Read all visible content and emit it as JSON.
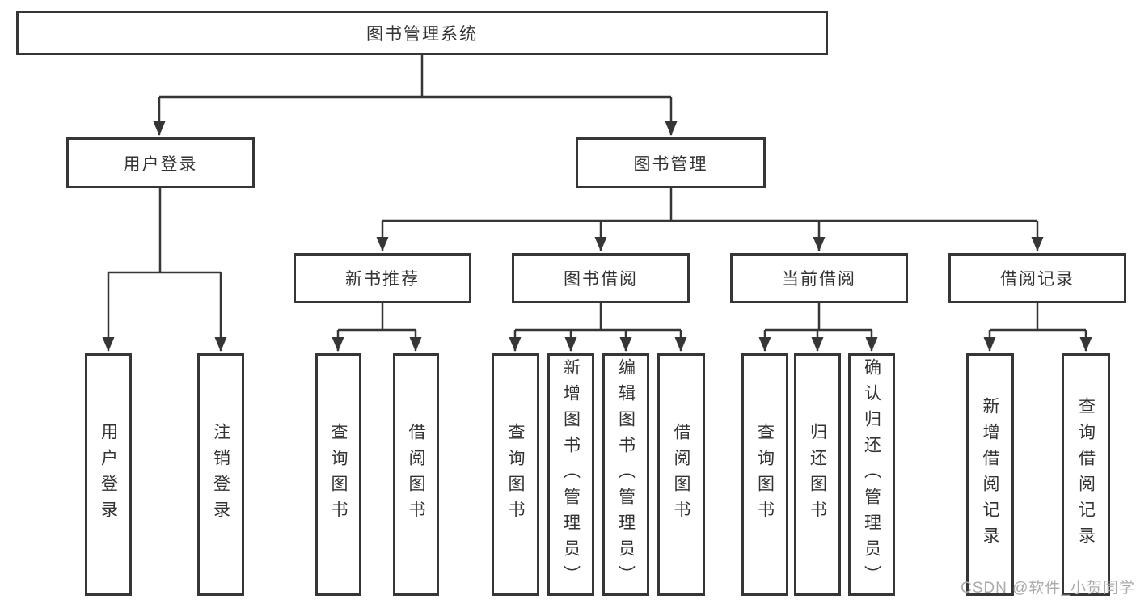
{
  "diagram": {
    "root": {
      "label": "图书管理系统"
    },
    "level2": [
      {
        "label": "用户登录"
      },
      {
        "label": "图书管理"
      }
    ],
    "level3": [
      {
        "label": "新书推荐"
      },
      {
        "label": "图书借阅"
      },
      {
        "label": "当前借阅"
      },
      {
        "label": "借阅记录"
      }
    ],
    "leaves": {
      "user_login": [
        {
          "label": "用户登录"
        },
        {
          "label": "注销登录"
        }
      ],
      "new_book": [
        {
          "label": "查询图书"
        },
        {
          "label": "借阅图书"
        }
      ],
      "book_borrow": [
        {
          "label": "查询图书"
        },
        {
          "label": "新增图书（管理员）"
        },
        {
          "label": "编辑图书（管理员）"
        },
        {
          "label": "借阅图书"
        }
      ],
      "current_borrow": [
        {
          "label": "查询图书"
        },
        {
          "label": "归还图书"
        },
        {
          "label": "确认归还（管理员）"
        }
      ],
      "borrow_records": [
        {
          "label": "新增借阅记录"
        },
        {
          "label": "查询借阅记录"
        }
      ]
    },
    "watermark": "CSDN @软件_小贺同学",
    "colors": {
      "line": "#363636",
      "text": "#333333",
      "watermark": "#ababab",
      "background": "#ffffff"
    }
  }
}
